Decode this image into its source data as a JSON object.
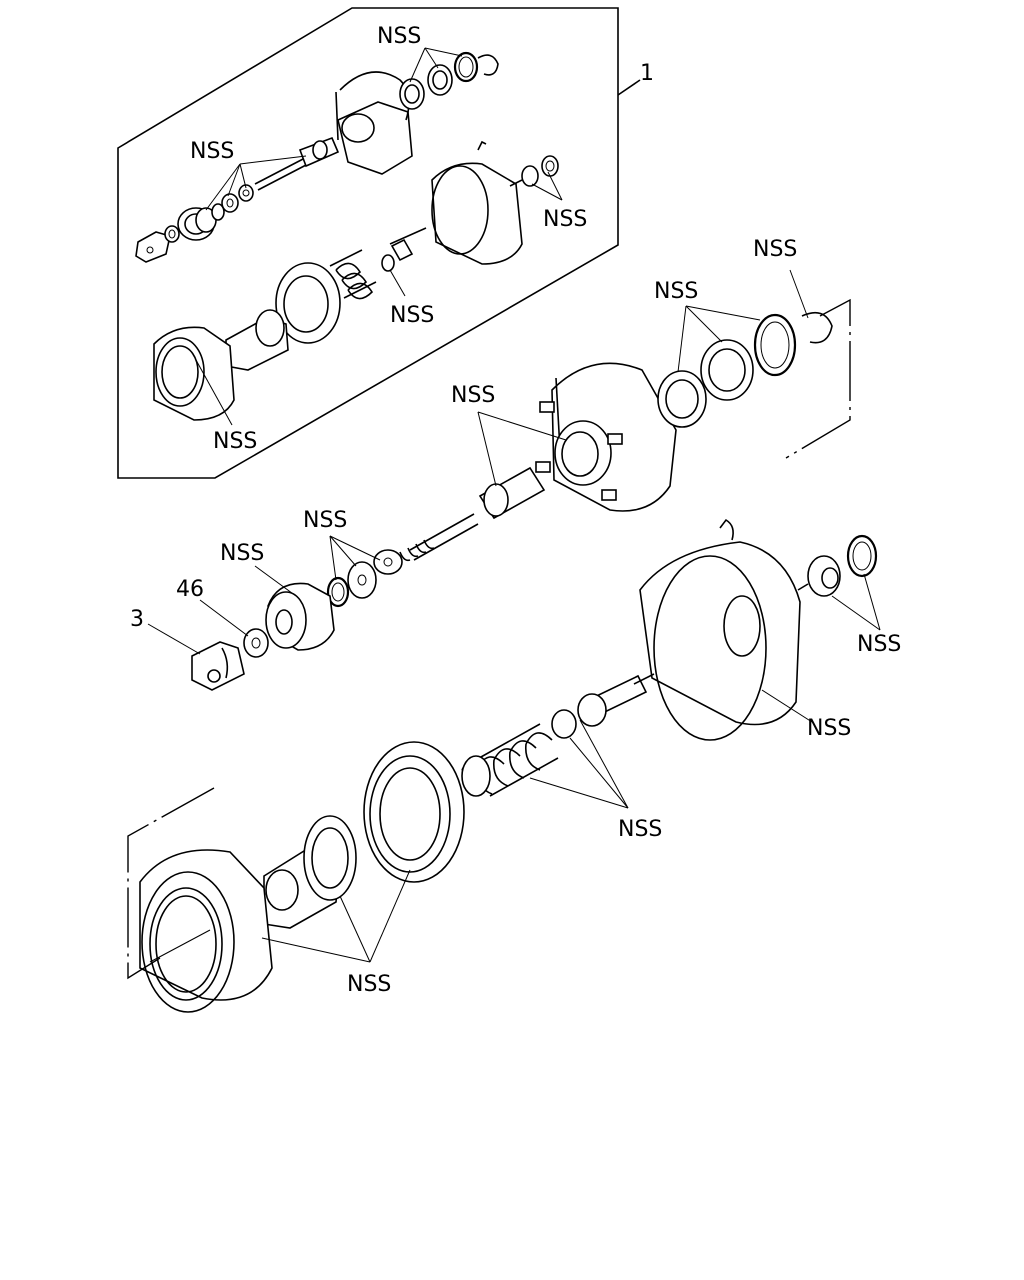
{
  "labels": {
    "assembly_callout": "1",
    "nss": "NSS",
    "clevis_callout": "3",
    "washer_callout": "46"
  },
  "colors": {
    "line": "#000000",
    "background": "#ffffff"
  }
}
